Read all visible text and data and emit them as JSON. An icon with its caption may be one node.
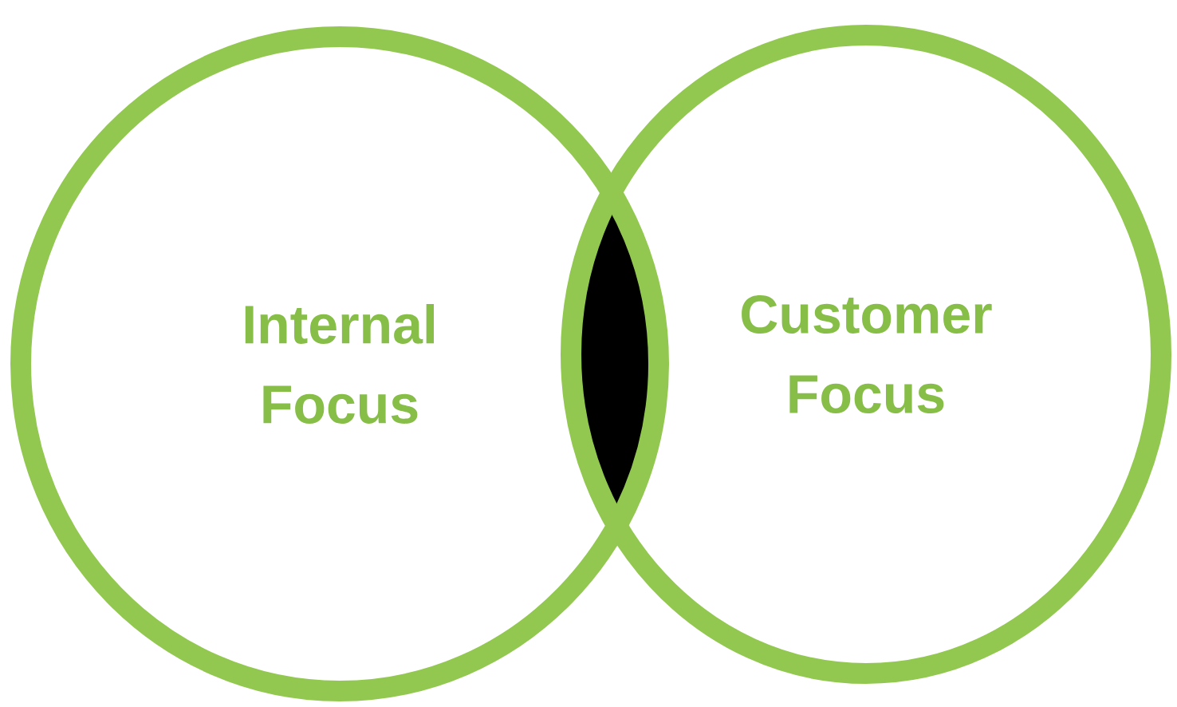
{
  "diagram": {
    "nodes": [
      {
        "text": [
          "Internal Focus"
        ]
      },
      {
        "text": [
          "Customer Focus"
        ]
      },
      {
        "text": [],
        "shape": "lens"
      }
    ]
  }
}
